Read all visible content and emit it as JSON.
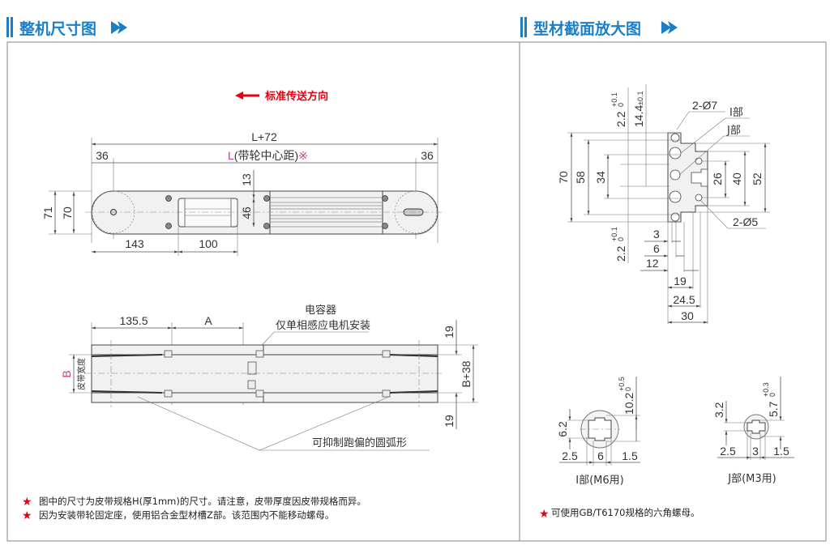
{
  "colors": {
    "accent": "#1a7fc8",
    "red": "#e60012",
    "pink": "#c2408a"
  },
  "left": {
    "title": "整机尺寸图",
    "direction": "标准传送方向",
    "top_view": {
      "L72": "L+72",
      "L_prefix": "L",
      "L_label": "(带轮中心距)",
      "L_mark": "※",
      "d36a": "36",
      "d36b": "36",
      "d71": "71",
      "d70": "70",
      "d13": "13",
      "d46": "46",
      "d143": "143",
      "d100": "100"
    },
    "side_view": {
      "d135": "135.5",
      "A": "A",
      "capacitor": "电容器",
      "capacitor_note": "仅单相感应电机安装",
      "d19a": "19",
      "d19b": "19",
      "B38": "B+38",
      "B": "B",
      "belt_width": "皮带宽度",
      "arc_note": "可抑制跑偏的圆弧形"
    },
    "notes": [
      "图中的尺寸为皮带规格H(厚1mm)的尺寸。请注意，皮带厚度因皮带规格而异。",
      "因为安装带轮固定座，使用铝合金型材槽Z部。该范围内不能移动螺母。"
    ]
  },
  "right": {
    "title": "型材截面放大图",
    "profile": {
      "d70": "70",
      "d58": "58",
      "d34": "34",
      "d22top": "2.2",
      "tol01": "+0.1",
      "tol0": "0",
      "d144": "14.4",
      "tol144": "±0.1",
      "holes7": "2-Ø7",
      "partI": "I部",
      "partJ": "J部",
      "d26": "26",
      "d40": "40",
      "d52": "52",
      "holes5": "2-Ø5",
      "d22bot": "2.2",
      "d3": "3",
      "d6": "6",
      "d12": "12",
      "d19": "19",
      "d245": "24.5",
      "d30": "30"
    },
    "detailI": {
      "d62": "6.2",
      "d102": "10.2",
      "tol05": "+0.5",
      "tol0": "0",
      "d25": "2.5",
      "d6": "6",
      "d15": "1.5",
      "caption": "I部(M6用)"
    },
    "detailJ": {
      "d32": "3.2",
      "d57": "5.7",
      "tol03": "+0.3",
      "tol0": "0",
      "d25": "2.5",
      "d3": "3",
      "d15": "1.5",
      "caption": "J部(M3用)"
    },
    "note": "可使用GB/T6170规格的六角螺母。"
  }
}
